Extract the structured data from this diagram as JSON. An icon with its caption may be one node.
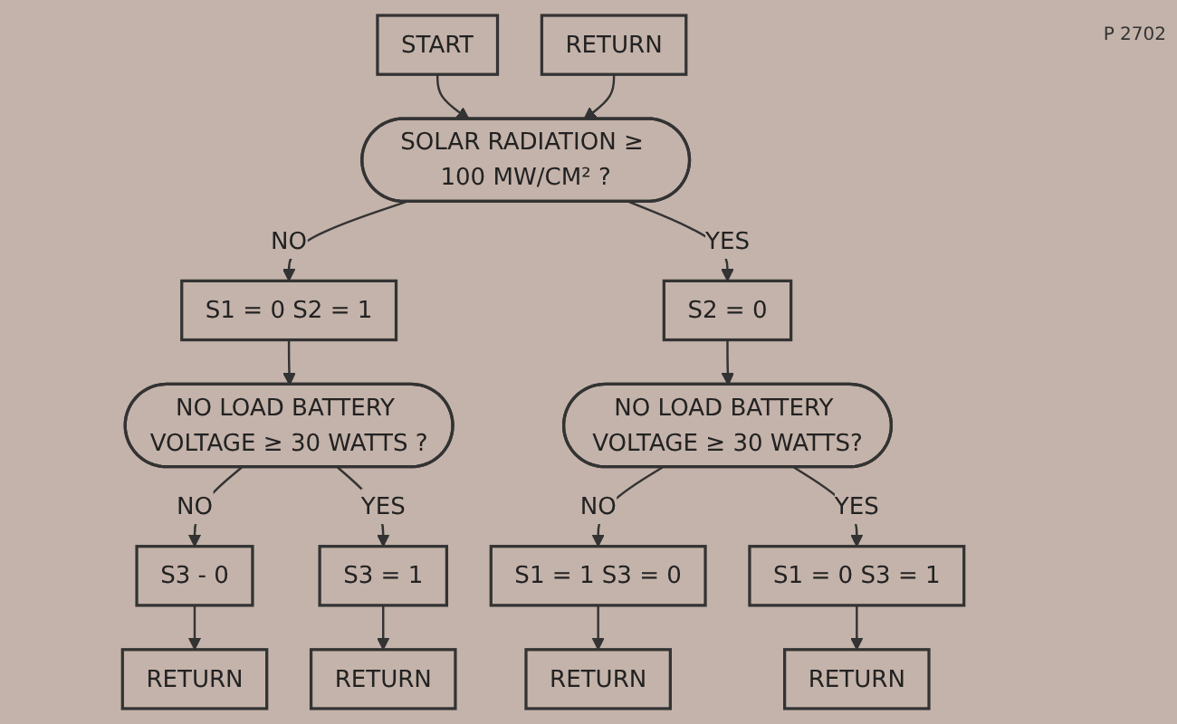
{
  "diagram": {
    "nodes": [
      {
        "text": [
          "START"
        ]
      },
      {
        "text": [
          "RETURN"
        ]
      },
      {
        "text": [
          "SOLAR RADIATION ≥ 100 MW/CM² ?"
        ]
      },
      {
        "text": [
          "S1 = 0 S2 = 1"
        ]
      },
      {
        "text": [
          "S2 = 0"
        ]
      },
      {
        "text": [
          "NO LOAD BATTERY VOLTAGE ≥ 30 WATTS ?"
        ]
      },
      {
        "text": [
          "NO LOAD BATTERY VOLTAGE ≥ 30 WATTS?"
        ]
      },
      {
        "text": [
          "S3 - 0"
        ]
      },
      {
        "text": [
          "S3 = 1"
        ]
      },
      {
        "text": [
          "S1 = 1 S3 = 0"
        ]
      },
      {
        "text": [
          "S1 = 0 S3 = 1"
        ]
      },
      {
        "text": [
          "RETURN"
        ]
      },
      {
        "text": [
          "RETURN"
        ]
      },
      {
        "text": [
          "RETURN"
        ]
      },
      {
        "text": [
          "RETURN"
        ]
      }
    ],
    "edges": [
      {
        "from": 0,
        "to": 2,
        "arrow": "to"
      },
      {
        "from": 1,
        "to": 2,
        "arrow": "to"
      },
      {
        "from": 2,
        "to": 3,
        "label": "NO",
        "arrow": "to"
      },
      {
        "from": 2,
        "to": 4,
        "label": "YES",
        "arrow": "to"
      },
      {
        "from": 3,
        "to": 5,
        "arrow": "to"
      },
      {
        "from": 4,
        "to": 6,
        "arrow": "to"
      },
      {
        "from": 5,
        "to": 7,
        "label": "NO",
        "arrow": "to"
      },
      {
        "from": 5,
        "to": 8,
        "label": "YES",
        "arrow": "to"
      },
      {
        "from": 6,
        "to": 9,
        "label": "NO",
        "arrow": "to"
      },
      {
        "from": 6,
        "to": 10,
        "label": "YES",
        "arrow": "to"
      },
      {
        "from": 7,
        "to": 11,
        "arrow": "to"
      },
      {
        "from": 8,
        "to": 12,
        "arrow": "to"
      },
      {
        "from": 9,
        "to": 13,
        "arrow": "to"
      },
      {
        "from": 10,
        "to": 14,
        "arrow": "to"
      }
    ],
    "labels": [
      "P 2702"
    ]
  }
}
